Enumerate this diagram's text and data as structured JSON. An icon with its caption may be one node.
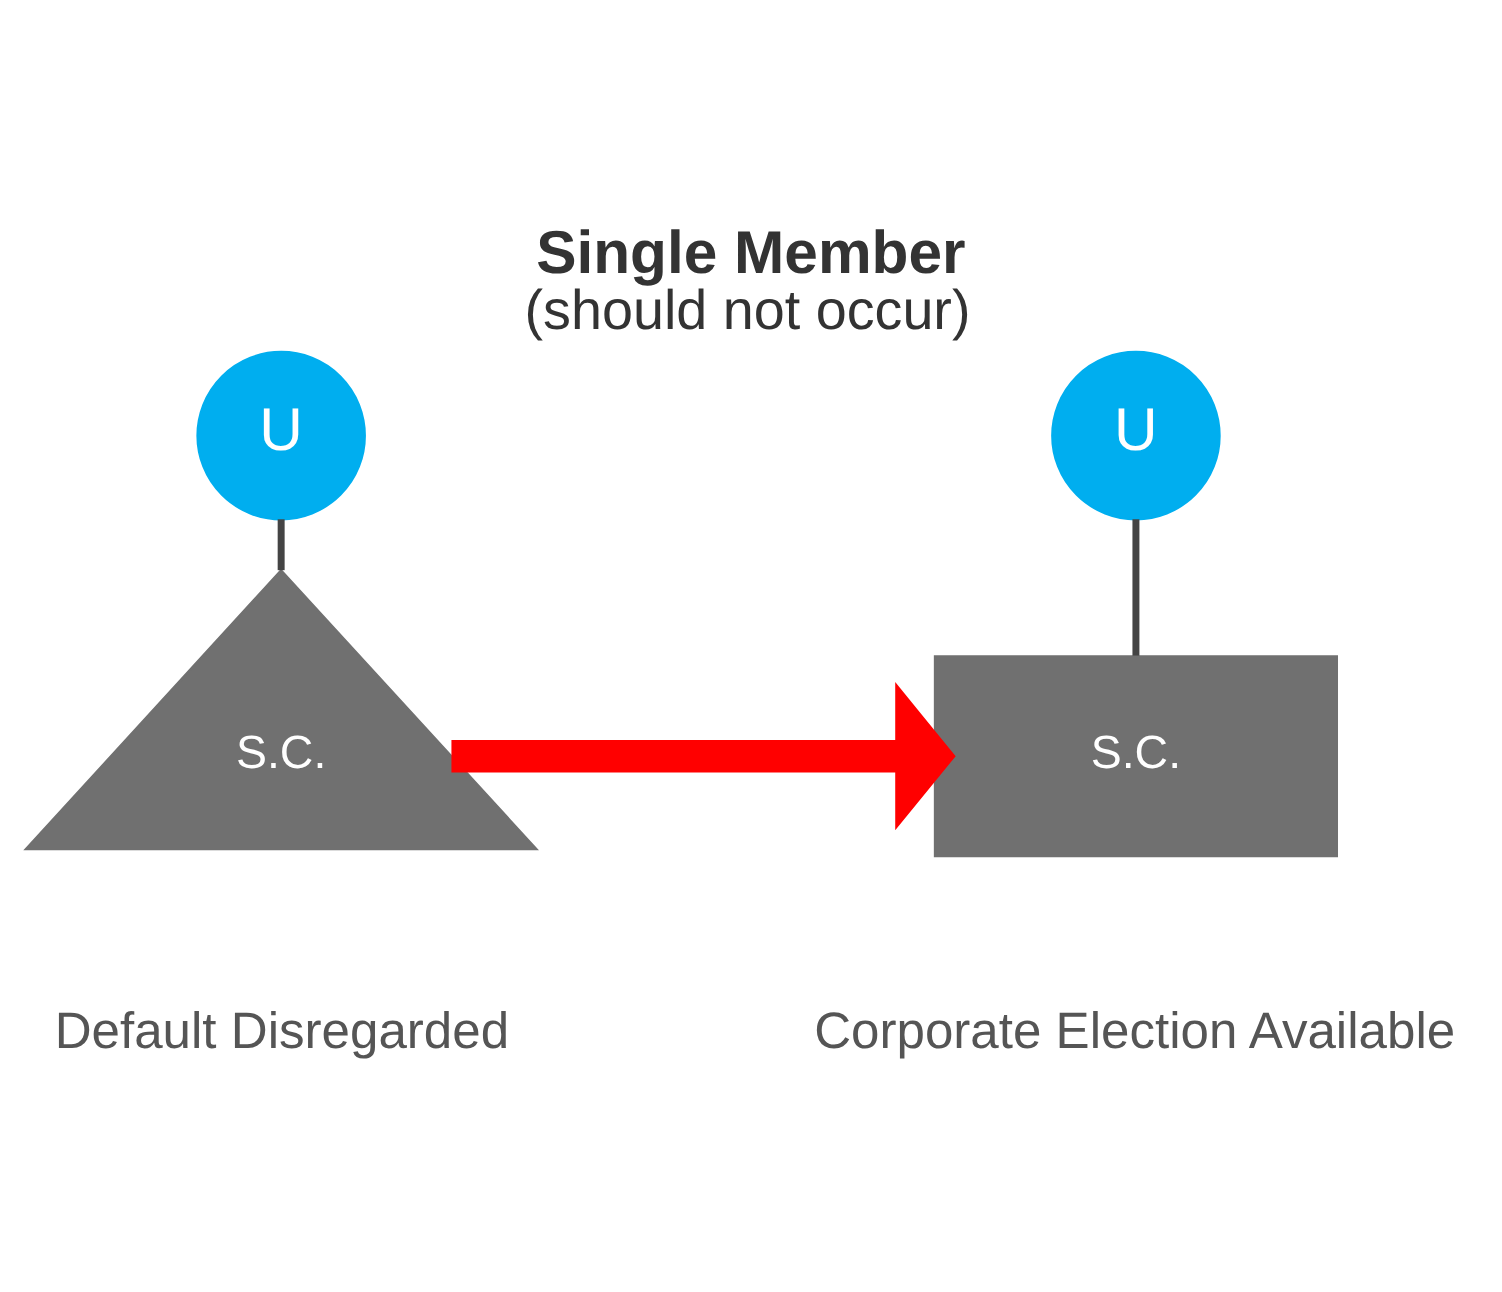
{
  "diagram": {
    "title": "Single Member",
    "caption": "(should not occur)",
    "nodes": [
      {
        "text": [
          "U"
        ]
      },
      {
        "text": [
          "S.C."
        ],
        "beside": [
          "Default Disregarded"
        ]
      },
      {
        "text": [
          "U"
        ]
      },
      {
        "text": [
          "S.C."
        ],
        "beside": [
          "Corporate Election Available"
        ]
      }
    ],
    "edges": [
      {
        "from": 0,
        "to": 1,
        "arrow": "none"
      },
      {
        "from": 2,
        "to": 3,
        "arrow": "none"
      },
      {
        "from": 1,
        "to": 3,
        "arrow": "to",
        "style": "thick",
        "color": "#ff0000"
      }
    ]
  }
}
